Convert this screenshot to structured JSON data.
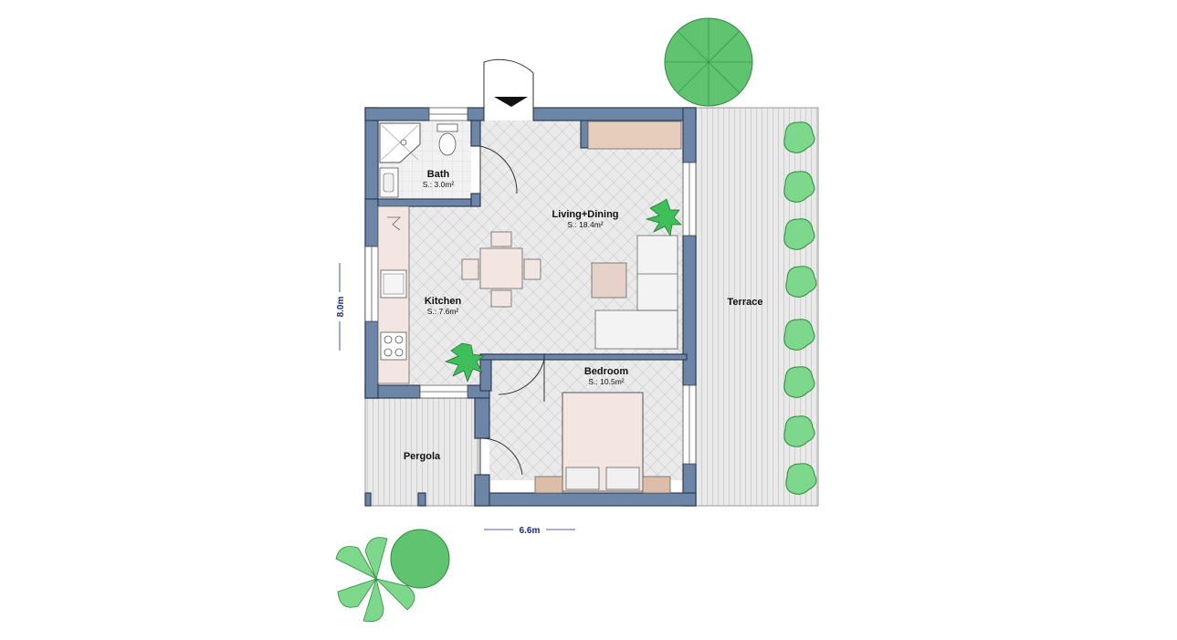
{
  "rooms": {
    "bath": {
      "name": "Bath",
      "area": "S.: 3.0m²"
    },
    "living": {
      "name": "Living+Dining",
      "area": "S.: 18.4m²"
    },
    "kitchen": {
      "name": "Kitchen",
      "area": "S.: 7.6m²"
    },
    "bedroom": {
      "name": "Bedroom",
      "area": "S.: 10.5m²"
    },
    "terrace": {
      "name": "Terrace"
    },
    "pergola": {
      "name": "Pergola"
    }
  },
  "dimensions": {
    "height": "8.0m",
    "width": "6.6m"
  },
  "colors": {
    "wall": "#6d86a8",
    "wall_outline": "#2c3c55",
    "tile": "#e8e8e8",
    "deck": "#e6e6e6",
    "furniture": "#f3e6e0",
    "wood": "#dcbda8",
    "plant": "#5fc36f",
    "dimension": "#1a2a8c"
  }
}
